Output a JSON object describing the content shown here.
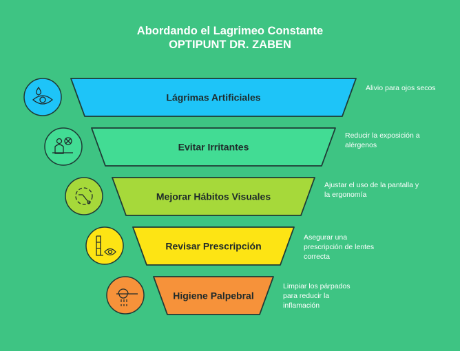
{
  "title": {
    "line1": "Abordando el Lagrimeo Constante",
    "line2": "OPTIPUNT DR. ZABEN"
  },
  "levels": [
    {
      "label": "Lágrimas Artificiales",
      "description": "Alivio para ojos secos",
      "color": "#1ec4f8",
      "icon": "eye-tear-icon"
    },
    {
      "label": "Evitar Irritantes",
      "description": "Reducir la exposición a alérgenos",
      "color": "#42dc94",
      "icon": "person-allergen-icon"
    },
    {
      "label": "Mejorar Hábitos Visuales",
      "description": "Ajustar el uso de la pantalla y la ergonomía",
      "color": "#a6d93a",
      "icon": "timer-icon"
    },
    {
      "label": "Revisar Prescripción",
      "description": "Asegurar una prescripción de lentes correcta",
      "color": "#fde414",
      "icon": "eye-chart-icon"
    },
    {
      "label": "Higiene Palpebral",
      "description": "Limpiar los párpados para reducir la inflamación",
      "color": "#f6923a",
      "icon": "eyelid-wash-icon"
    }
  ]
}
